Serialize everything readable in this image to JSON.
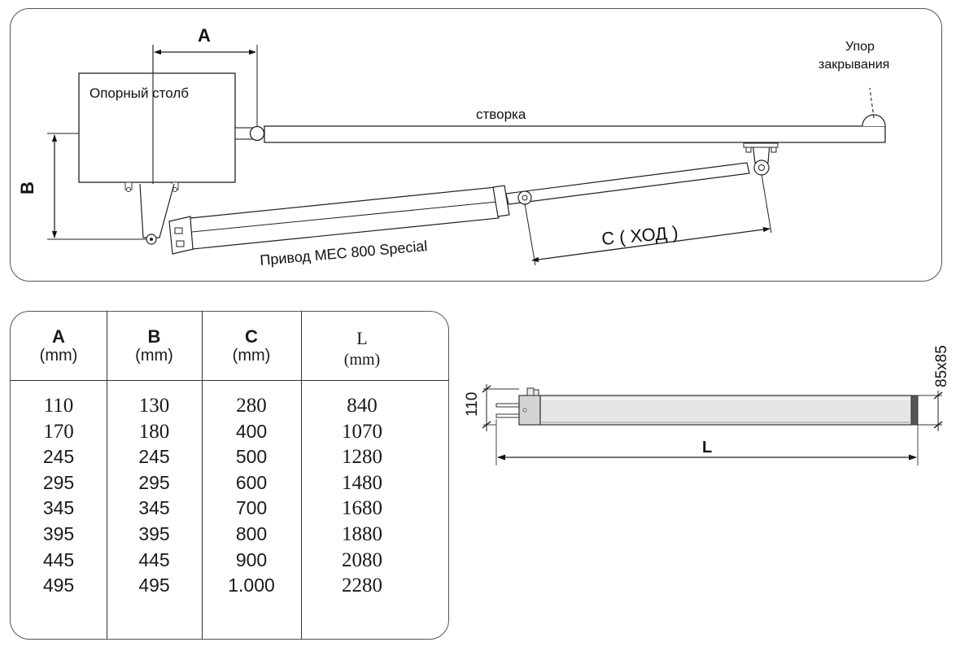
{
  "diagram": {
    "dim_a": "A",
    "dim_b": "B",
    "dim_c": "C ( ХОД )",
    "post_label": "Опорный столб",
    "leaf_label": "створка",
    "stop_label_line1": "Упор",
    "stop_label_line2": "закрывания",
    "drive_label": "Привод MEC 800 Special"
  },
  "table": {
    "headers": [
      {
        "letter": "A",
        "unit": "(mm)"
      },
      {
        "letter": "B",
        "unit": "(mm)"
      },
      {
        "letter": "C",
        "unit": "(mm)"
      },
      {
        "letter": "L",
        "unit": "(mm)"
      }
    ],
    "columns": [
      [
        "110",
        "170",
        "245",
        "295",
        "345",
        "395",
        "445",
        "495"
      ],
      [
        "130",
        "180",
        "245",
        "295",
        "345",
        "395",
        "445",
        "495"
      ],
      [
        "280",
        "400",
        "500",
        "600",
        "700",
        "800",
        "900",
        "1.000"
      ],
      [
        "840",
        "1070",
        "1280",
        "1480",
        "1680",
        "1880",
        "2080",
        "2280"
      ]
    ]
  },
  "side_view": {
    "height_label": "110",
    "section_label": "85x85",
    "length_label": "L"
  }
}
